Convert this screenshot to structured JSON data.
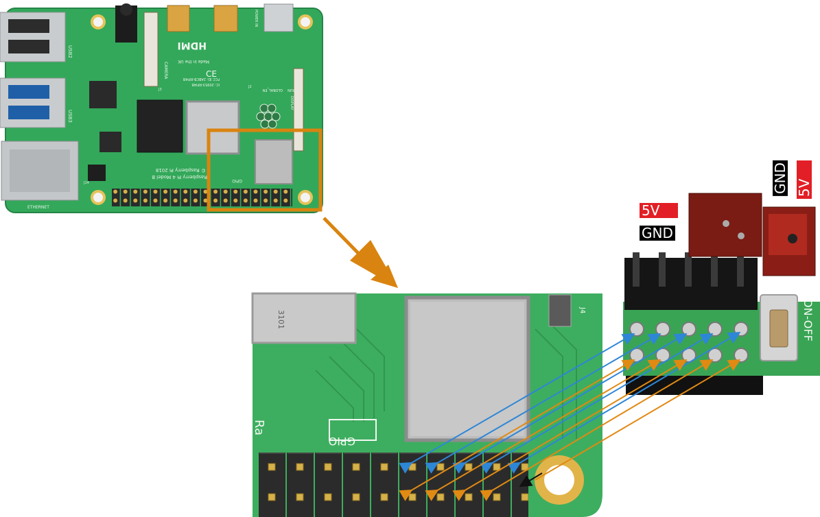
{
  "board": {
    "hdmi_text": "HDMI",
    "made_in": "Made in the UK",
    "fcc_id": "FCC ID: 2ABCB-RPI4B",
    "ic_id": "IC: 20953-RPI4B",
    "global_en": "GLOBAL_EN",
    "run": "RUN",
    "model": "Raspberry Pi 4 Model B",
    "copyright": "© Raspberry Pi 2018",
    "gpio": "GPIO",
    "ethernet": "ETHERNET",
    "camera": "CAMERA",
    "display": "DISPLAY",
    "power_in": "POWER IN",
    "usb3": "USB3",
    "usb2": "USB2",
    "ce": "CE",
    "j2": "J2",
    "j14": "J14",
    "j3": "J3"
  },
  "zoom": {
    "gpio": "GPIO",
    "j4": "J4",
    "partial_text": "Ra",
    "shield_text": "3101"
  },
  "hat": {
    "switch_label": "ON-OFF",
    "labels": {
      "five_v_a": "5V",
      "gnd_a": "GND",
      "gnd_b": "GND",
      "five_v_b": "5V"
    }
  },
  "colors": {
    "pcb": "#33a85a",
    "pcb_dark": "#1f7a3c",
    "callout_orange": "#d98410",
    "wire_blue": "#2e86d6",
    "wire_orange": "#e08a14",
    "wire_black": "#111111",
    "label_red": "#e21f26",
    "label_black": "#000000"
  }
}
